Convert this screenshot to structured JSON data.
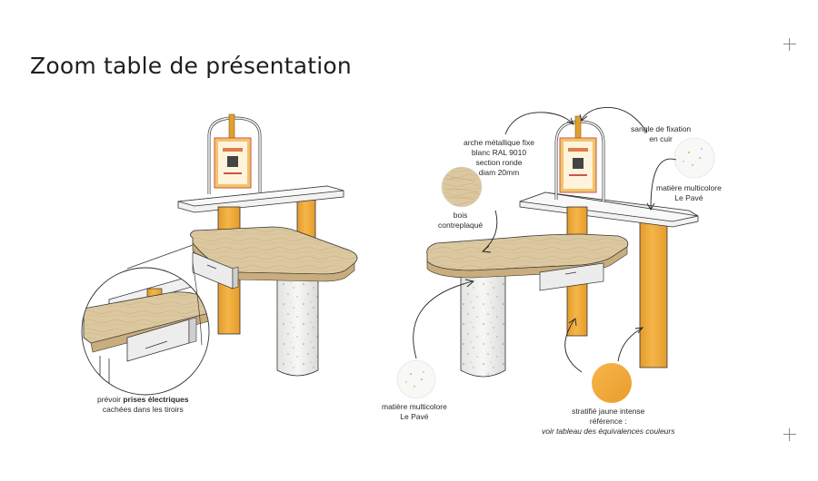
{
  "title": "Zoom table de présentation",
  "labels": {
    "arche": [
      "arche métallique fixe",
      "blanc RAL 9010",
      "section ronde",
      "diam 20mm"
    ],
    "sangle": [
      "sangle de fixation",
      "en cuir"
    ],
    "bois": [
      "bois",
      "contreplaqué"
    ],
    "matiere_right": [
      "matière multicolore",
      "Le Pavé"
    ],
    "matiere_left": [
      "matière multicolore",
      "Le Pavé"
    ],
    "stratifie": [
      "stratifié jaune intense",
      "référence :",
      "voir tableau des équivalences couleurs"
    ],
    "prises_pre": "prévoir ",
    "prises_bold": "prises électriques",
    "prises_line2": "cachées dans les tiroirs"
  },
  "colors": {
    "orange": "#f0a93a",
    "plywood": "#dcc8a0",
    "white_top": "#f2f2f2",
    "terrazzo": "#f7f7f5",
    "poster": "#f2c46a",
    "swatch_orange": "#f2a93b"
  }
}
